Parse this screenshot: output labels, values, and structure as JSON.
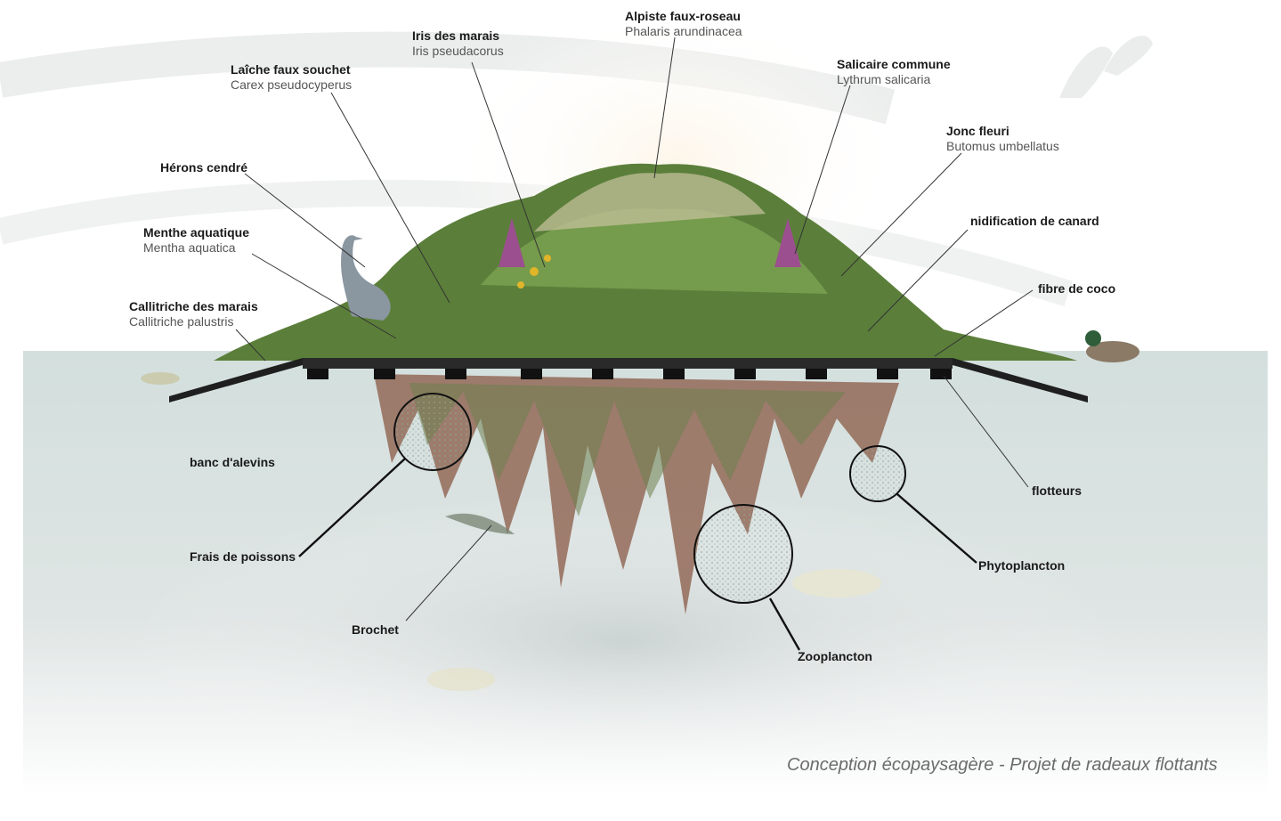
{
  "caption": "Conception écopaysagère - Projet de radeaux flottants",
  "colors": {
    "water": "#d6e0df",
    "raft": "#1f1f1f",
    "vegetation": "#5b7f3a",
    "roots": "#8a5a45",
    "leaderLine": "#333333"
  },
  "species_labels": {
    "alpiste": {
      "common": "Alpiste faux-roseau",
      "latin": "Phalaris arundinacea"
    },
    "iris": {
      "common": "Iris des marais",
      "latin": "Iris pseudacorus"
    },
    "laiche": {
      "common": "Laîche faux souchet",
      "latin": "Carex pseudocyperus"
    },
    "salicaire": {
      "common": "Salicaire commune",
      "latin": "Lythrum salicaria"
    },
    "jonc": {
      "common": "Jonc fleuri",
      "latin": "Butomus umbellatus"
    },
    "menthe": {
      "common": "Menthe aquatique",
      "latin": "Mentha aquatica"
    },
    "callitriche": {
      "common": "Callitriche des marais",
      "latin": "Callitriche palustris"
    }
  },
  "feature_labels": {
    "herons": "Hérons cendré",
    "nidification": "nidification de canard",
    "fibre": "fibre de coco",
    "flotteurs": "flotteurs",
    "banc": "banc d'alevins",
    "frais": "Frais de poissons",
    "brochet": "Brochet",
    "phytoplancton": "Phytoplancton",
    "zooplancton": "Zooplancton"
  }
}
